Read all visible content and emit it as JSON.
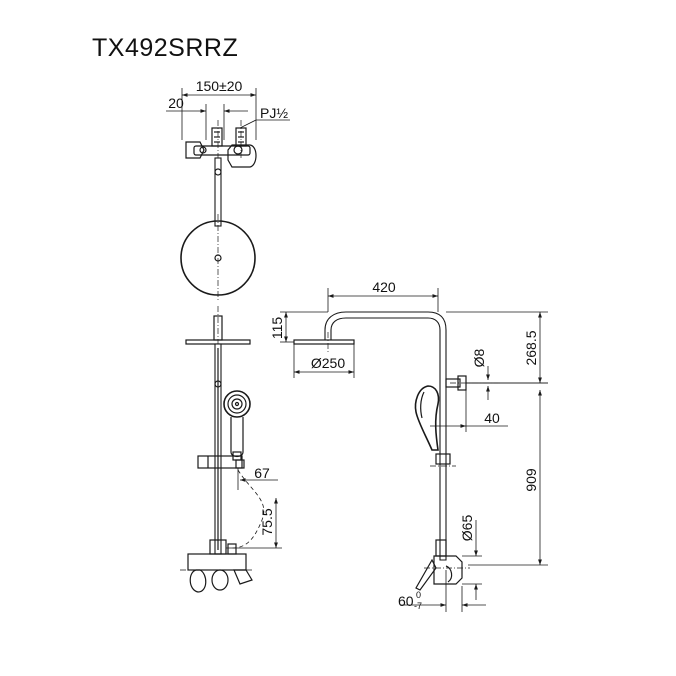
{
  "title": "TX492SRRZ",
  "dimensions": {
    "top_width": "150±20",
    "top_offset": "20",
    "pipe_thread": "PJ½",
    "arm_length": "420",
    "head_drop": "115",
    "head_diameter": "Ø250",
    "total_upper": "268.5",
    "bar_diameter": "Ø8",
    "bracket_offset": "40",
    "column_height": "909",
    "slide_offset": "67",
    "hose_drop": "75.5",
    "mixer_diameter": "Ø65",
    "mixer_projection_value": "60",
    "mixer_tolerance_upper": "0",
    "mixer_tolerance_lower": "-7"
  }
}
